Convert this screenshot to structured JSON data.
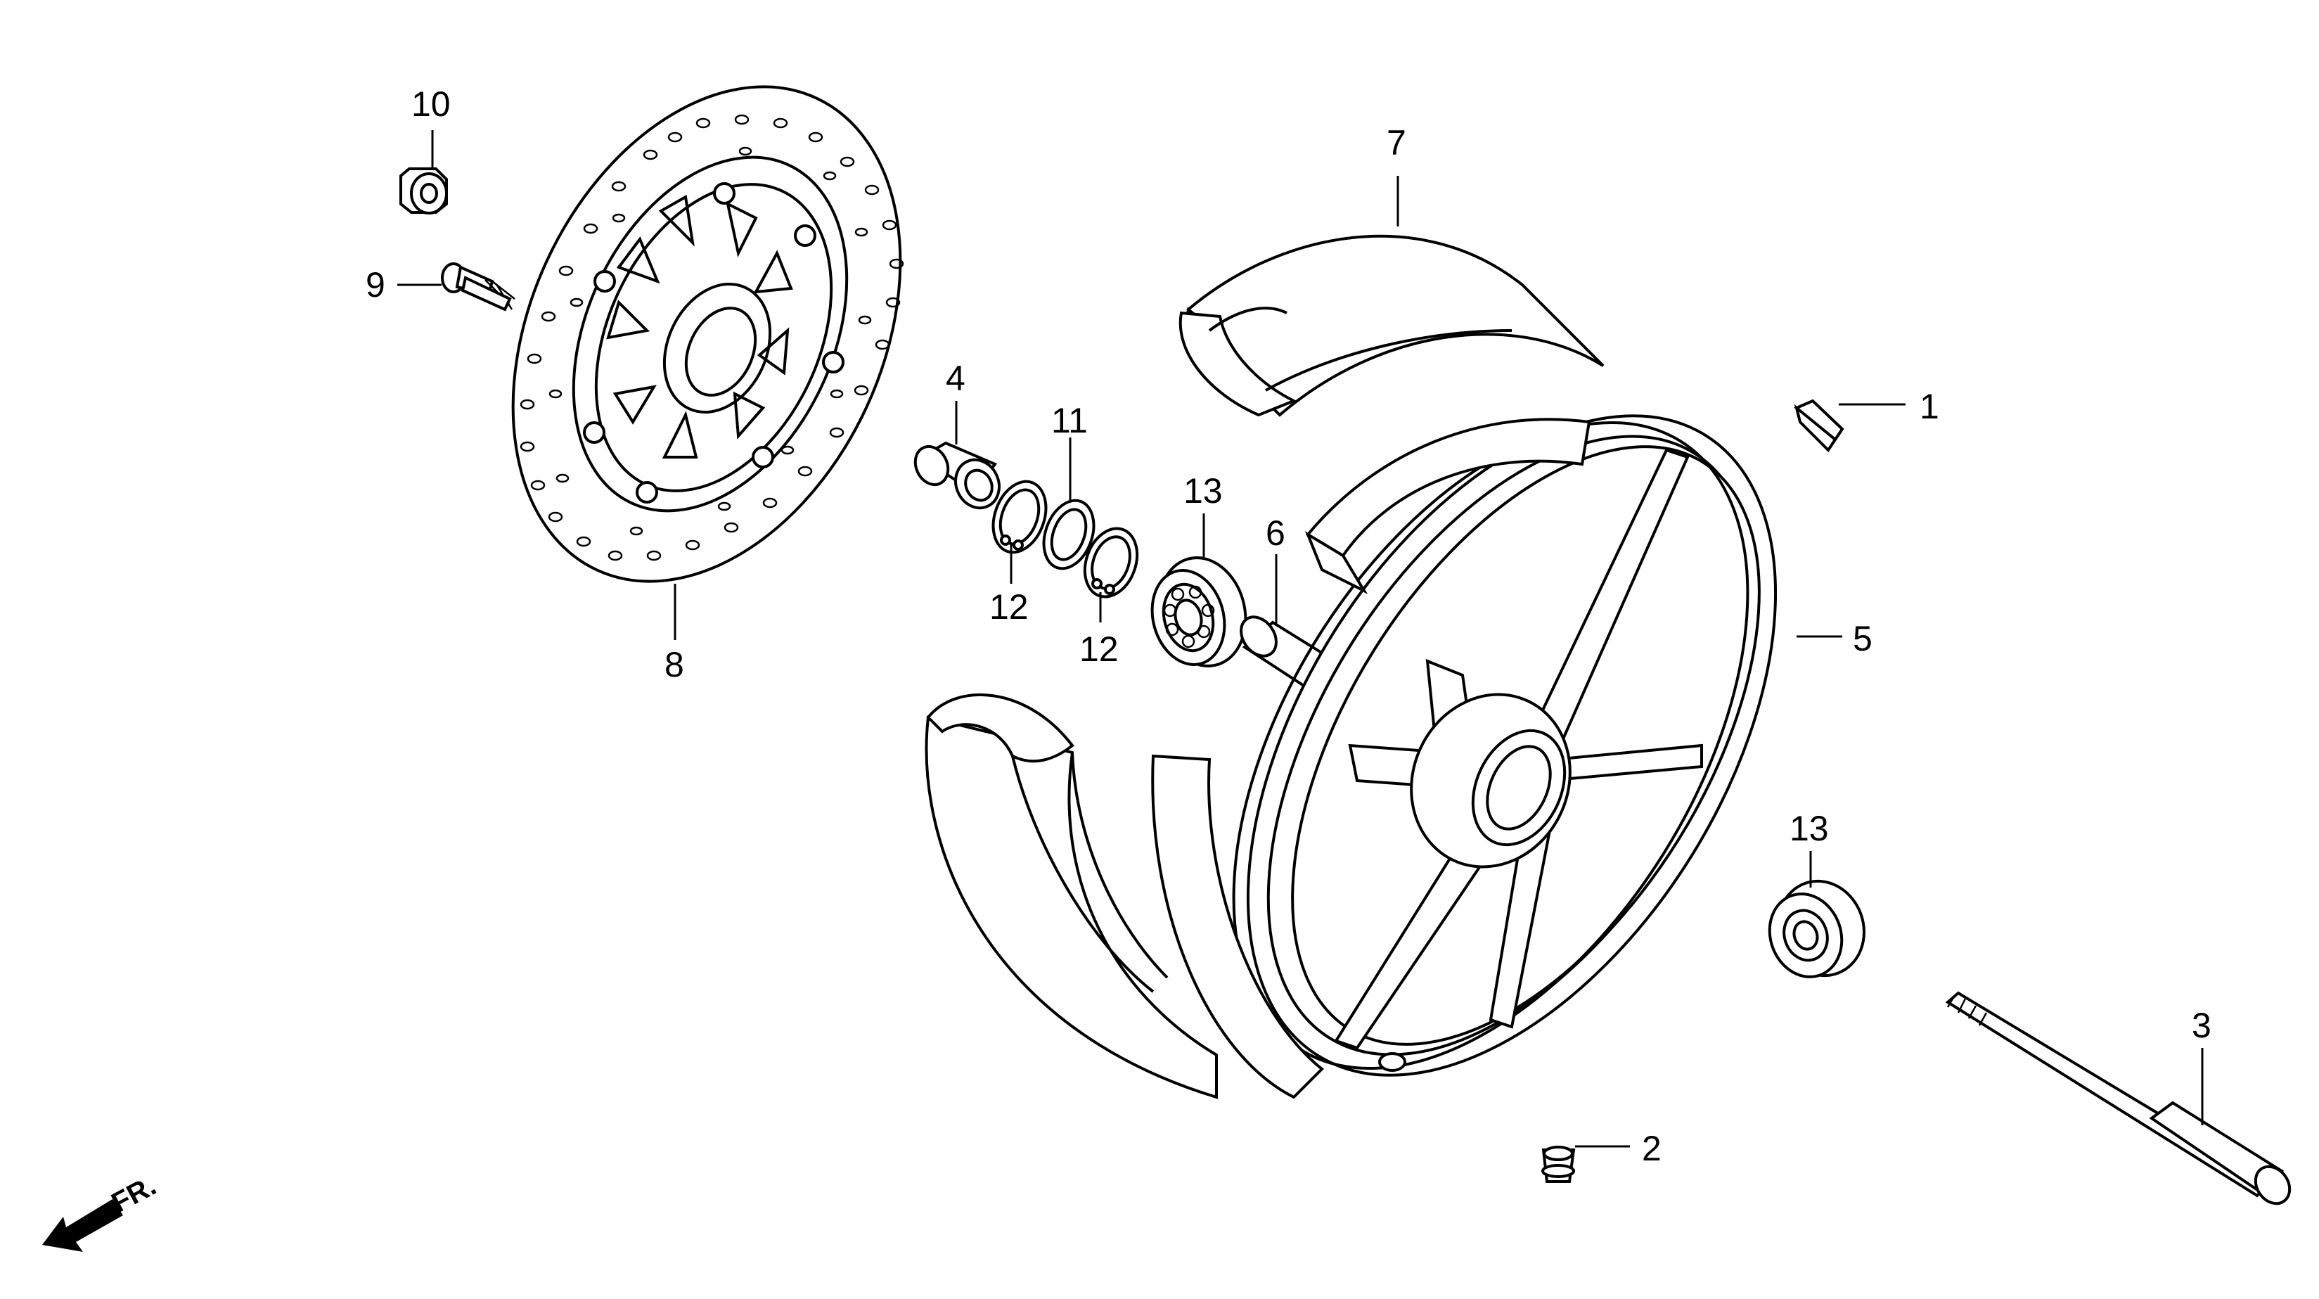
{
  "labels": {
    "p1": "1",
    "p2": "2",
    "p3": "3",
    "p4": "4",
    "p5": "5",
    "p6": "6",
    "p7": "7",
    "p8": "8",
    "p9": "9",
    "p10": "10",
    "p11": "11",
    "p12a": "12",
    "p12b": "12",
    "p13a": "13",
    "p13b": "13"
  },
  "front_indicator": "FR.",
  "icons": {
    "front_arrow": "left-down-arrow-icon"
  }
}
